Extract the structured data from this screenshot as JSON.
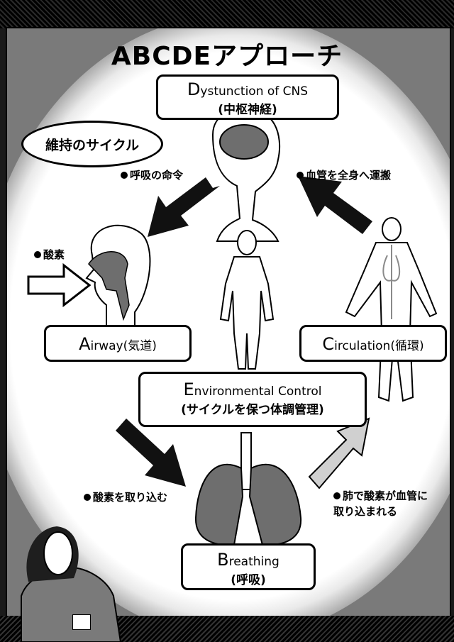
{
  "title": "ABCDEアプローチ",
  "cycle_label": "維持のサイクル",
  "boxes": {
    "d": {
      "lead": "D",
      "rest": "ystunction of CNS",
      "sub": "(中枢神経)"
    },
    "a": {
      "lead": "A",
      "rest": "irway",
      "sub": "(気道)"
    },
    "c": {
      "lead": "C",
      "rest": "irculation",
      "sub": "(循環)"
    },
    "e": {
      "lead": "E",
      "rest": "nvironmental Control",
      "sub": "(サイクルを保つ体調管理)"
    },
    "b": {
      "lead": "B",
      "rest": "reathing",
      "sub": "(呼吸)"
    }
  },
  "notes": {
    "command": "呼吸の命令",
    "transport": "血管を全身へ運搬",
    "oxygen": "酸素",
    "intake": "酸素を取り込む",
    "lungs_line1": "肺で酸素が血管に",
    "lungs_line2": "取り込まれる"
  },
  "colors": {
    "panel": "#7a7a7a",
    "arrow": "#111111",
    "organ": "#6e6e6e"
  }
}
